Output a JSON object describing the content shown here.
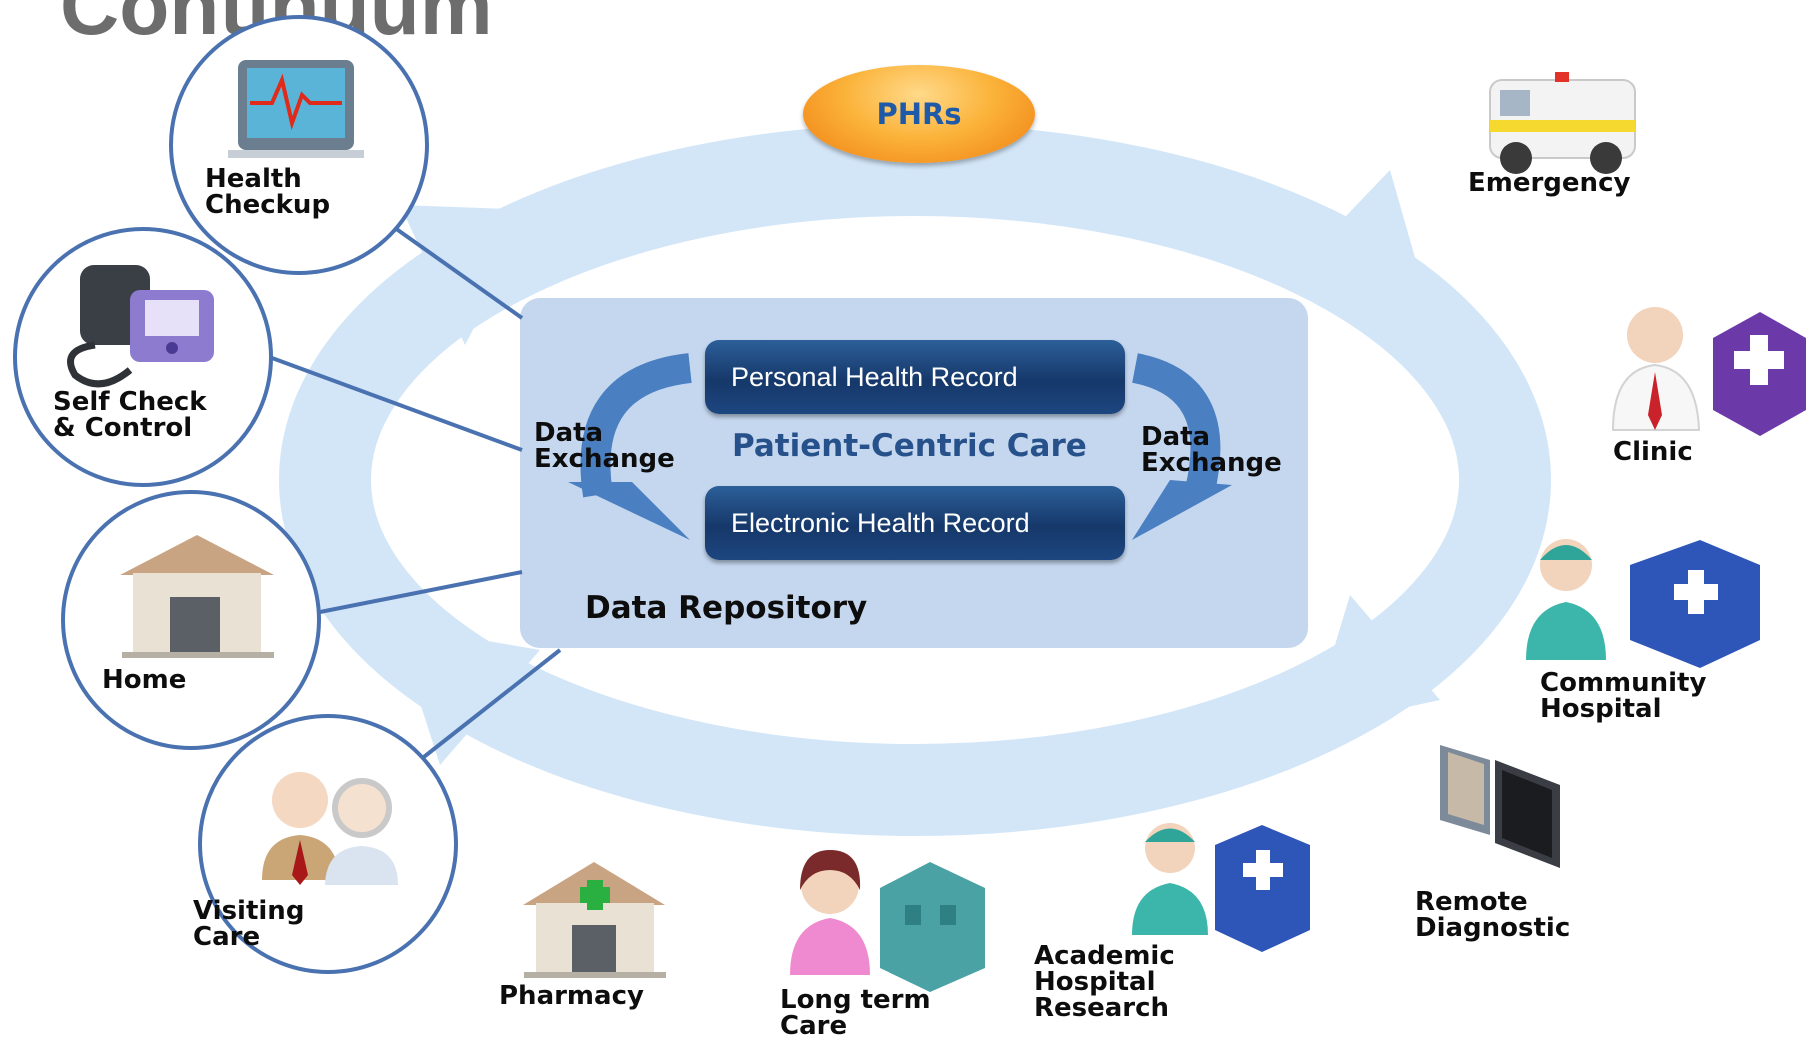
{
  "title": "Continuum",
  "badge": "PHRs",
  "repository": {
    "records": [
      "Personal Health Record",
      "Electronic Health Record"
    ],
    "center_text": "Patient-Centric Care",
    "exchange_left": "Data\nExchange",
    "exchange_right": "Data\nExchange",
    "label": "Data Repository"
  },
  "circle_nodes": [
    {
      "label": "Health\nCheckup",
      "icon": "heart-monitor-icon"
    },
    {
      "label": "Self Check\n& Control",
      "icon": "blood-pressure-monitor-icon"
    },
    {
      "label": "Home",
      "icon": "house-icon"
    },
    {
      "label": "Visiting\nCare",
      "icon": "elderly-couple-icon"
    }
  ],
  "care_nodes": [
    {
      "label": "Emergency",
      "icon": "ambulance-icon"
    },
    {
      "label": "Clinic",
      "icon": "doctor-clinic-icon"
    },
    {
      "label": "Community\nHospital",
      "icon": "surgeon-hospital-icon"
    },
    {
      "label": "Remote\nDiagnostic",
      "icon": "monitors-icon"
    },
    {
      "label": "Academic\nHospital\nResearch",
      "icon": "surgeon-hospital-icon"
    },
    {
      "label": "Long term\nCare",
      "icon": "woman-care-home-icon"
    },
    {
      "label": "Pharmacy",
      "icon": "pharmacy-icon"
    }
  ],
  "colors": {
    "ring": "#d3e6f8",
    "repository": "#c5d7ef",
    "record": "#1d4680",
    "accent": "#27518a",
    "circle_stroke": "#4a72b0",
    "badge": "#f39a24"
  }
}
